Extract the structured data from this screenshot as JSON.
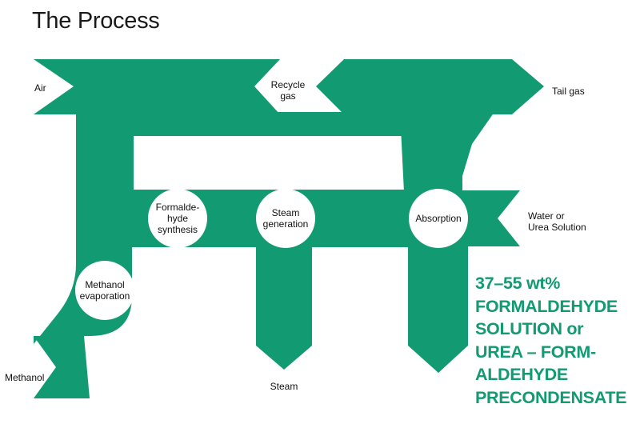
{
  "title": "The Process",
  "colors": {
    "flow": "#129a72",
    "node_fill": "#ffffff",
    "product_text": "#129a72",
    "text": "#111111"
  },
  "inputs": {
    "air": "Air",
    "recycle_gas": [
      "Recycle",
      "gas"
    ],
    "methanol": "Methanol",
    "water_or_urea": [
      "Water or",
      "Urea Solution"
    ]
  },
  "outputs": {
    "tail_gas": "Tail gas",
    "steam": "Steam"
  },
  "process_steps": {
    "methanol_evaporation": [
      "Methanol",
      "evaporation"
    ],
    "formaldehyde_synthesis": [
      "Formalde-",
      "hyde",
      "synthesis"
    ],
    "steam_generation": [
      "Steam",
      "generation"
    ],
    "absorption": [
      "Absorption"
    ]
  },
  "product": [
    "37–55 wt%",
    "FORMALDEHYDE",
    "SOLUTION or",
    "UREA – FORM-",
    "ALDEHYDE",
    "PRECONDENSATE"
  ]
}
